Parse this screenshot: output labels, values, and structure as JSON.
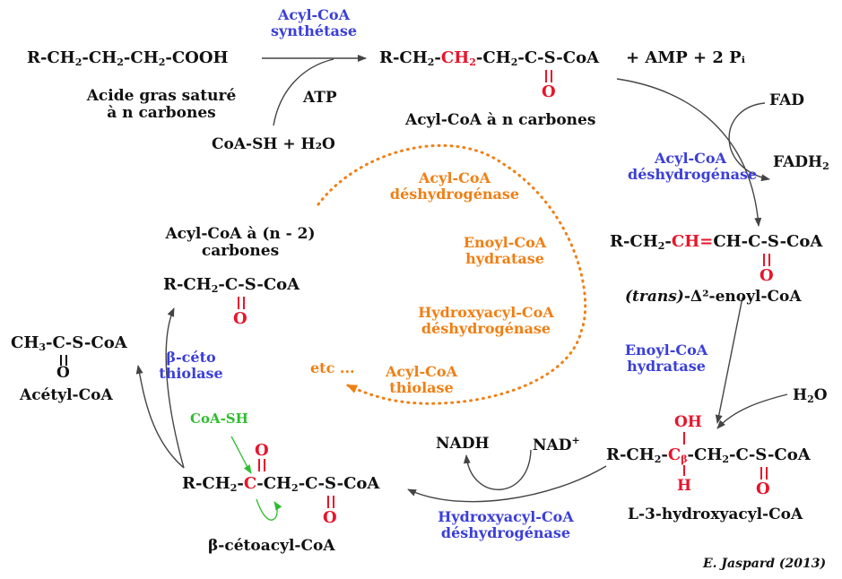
{
  "enzymes": {
    "acyl_coa_synthetase": [
      "Acyl-CoA",
      "synthétase"
    ],
    "acyl_coa_dehydrogenase": [
      "Acyl-CoA",
      "déshydrogénase"
    ],
    "enoyl_coa_hydratase": [
      "Enoyl-CoA",
      "hydratase"
    ],
    "hydroxyacyl_coa_dehydrogenase": [
      "Hydroxyacyl-CoA",
      "déshydrogénase"
    ],
    "beta_ceto_thiolase": [
      "β-céto",
      "thiolase"
    ]
  },
  "cycle_labels": {
    "acyl_coa_dehydrogenase": [
      "Acyl-CoA",
      "déshydrogénase"
    ],
    "enoyl_coa_hydratase": [
      "Enoyl-CoA",
      "hydratase"
    ],
    "hydroxyacyl_coa_dehydrogenase": [
      "Hydroxyacyl-CoA",
      "déshydrogénase"
    ],
    "etc": "etc ...",
    "acyl_coa_thiolase": [
      "Acyl-CoA",
      "thiolase"
    ]
  },
  "molecules": {
    "fatty_acid": {
      "formula": "R-CH₂-CH₂-CH₂-COOH",
      "name": [
        "Acide gras saturé",
        "à n carbones"
      ]
    },
    "acyl_coa_n": {
      "name": "Acyl-CoA à n carbones",
      "extra": "+ AMP + 2 Pᵢ"
    },
    "enoyl": {
      "name_prefix": "(trans)",
      "name_rest": "-Δ²-enoyl-CoA"
    },
    "hydroxyacyl": {
      "name": "L-3-hydroxyacyl-CoA",
      "substituent": "OH",
      "h": "H"
    },
    "cetoacyl": {
      "name": "β-cétoacyl-CoA"
    },
    "acyl_coa_n2": {
      "name": [
        "Acyl-CoA à (n - 2)",
        "carbones"
      ]
    },
    "acetyl": {
      "name": "Acétyl-CoA"
    }
  },
  "cofactors": {
    "atp": "ATP",
    "coash_h2o": "CoA-SH + H₂O",
    "fad": "FAD",
    "fadh2": "FADH₂",
    "h2o": "H₂O",
    "nadh": "NADH",
    "nad": "NAD⁺",
    "coash": "CoA-SH"
  },
  "atoms": {
    "oxygen": "O"
  },
  "credit": "E. Jaspard (2013)",
  "colors": {
    "enzyme_blue": "#3b3fd8",
    "cycle_orange": "#f07f14",
    "highlight_red": "#e8142a",
    "coa_green": "#2fbd2f"
  }
}
